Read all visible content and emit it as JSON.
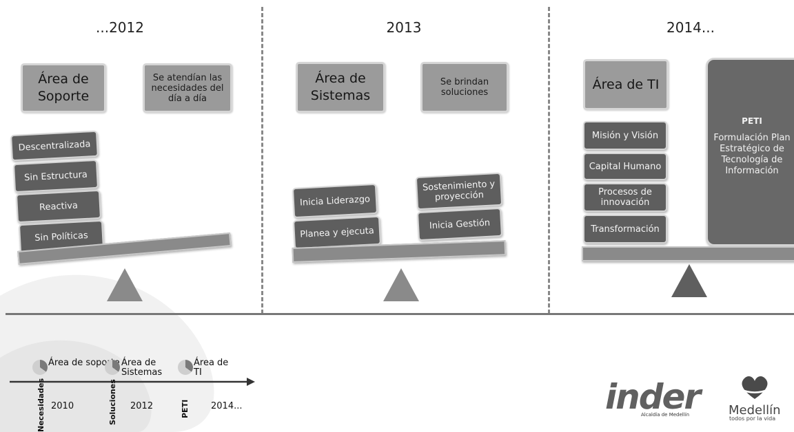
{
  "periods": [
    {
      "title": "...2012",
      "area": "Área de Soporte",
      "note": "Se atendían las necesidades del día a día",
      "items": [
        "Descentralizada",
        "Sin Estructura",
        "Reactiva",
        "Sin Políticas"
      ]
    },
    {
      "title": "2013",
      "area": "Área de Sistemas",
      "note": "Se brindan soluciones",
      "items": [
        "Inicia Liderazgo",
        "Planea y ejecuta",
        "Sostenimiento y proyección",
        "Inicia Gestión"
      ]
    },
    {
      "title": "2014...",
      "area": "Área de TI",
      "items": [
        "Misión y Visión",
        "Capital Humano",
        "Procesos de innovación",
        "Transformación"
      ],
      "peti_title": "PETI",
      "peti_text": "Formulación Plan Estratégico de Tecnología de Información"
    }
  ],
  "timeline": {
    "labels": [
      "Área de soporte",
      "Área de Sistemas",
      "Área de TI"
    ],
    "side_labels": [
      "Necesidades",
      "Soluciones",
      "PETI"
    ],
    "years": [
      "2010",
      "2012",
      "2014..."
    ]
  },
  "logos": {
    "inder": "inder",
    "inder_sub": "Alcaldía de Medellín",
    "medellin": "Medellín",
    "medellin_sub": "todos por la vida"
  }
}
